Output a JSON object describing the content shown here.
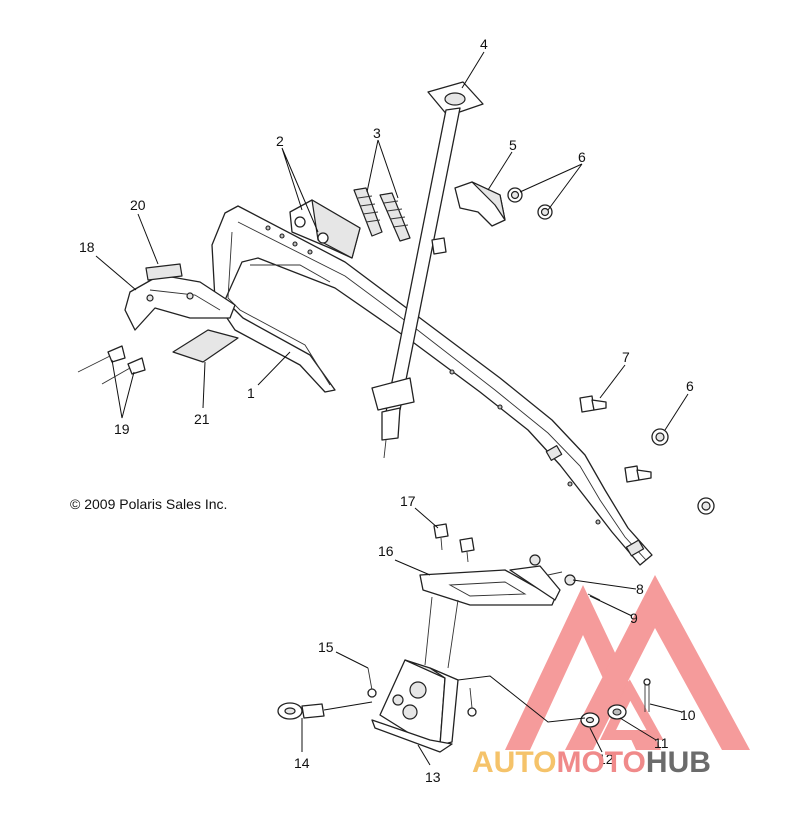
{
  "copyright": "© 2009 Polaris Sales Inc.",
  "watermark": {
    "segments": [
      {
        "text": "AUTO",
        "color": "#f5c36a"
      },
      {
        "text": "MOTO",
        "color": "#f08a8a"
      },
      {
        "text": "HUB",
        "color": "#6b6b6b"
      }
    ],
    "triangle_color": "#f26b6b"
  },
  "callouts": {
    "c1": "1",
    "c2": "2",
    "c3": "3",
    "c4": "4",
    "c5": "5",
    "c6a": "6",
    "c6b": "6",
    "c7": "7",
    "c8": "8",
    "c9": "9",
    "c10": "10",
    "c11": "11",
    "c12": "12",
    "c13": "13",
    "c14": "14",
    "c15": "15",
    "c16": "16",
    "c17": "17",
    "c18": "18",
    "c19": "19",
    "c20": "20",
    "c21": "21"
  }
}
